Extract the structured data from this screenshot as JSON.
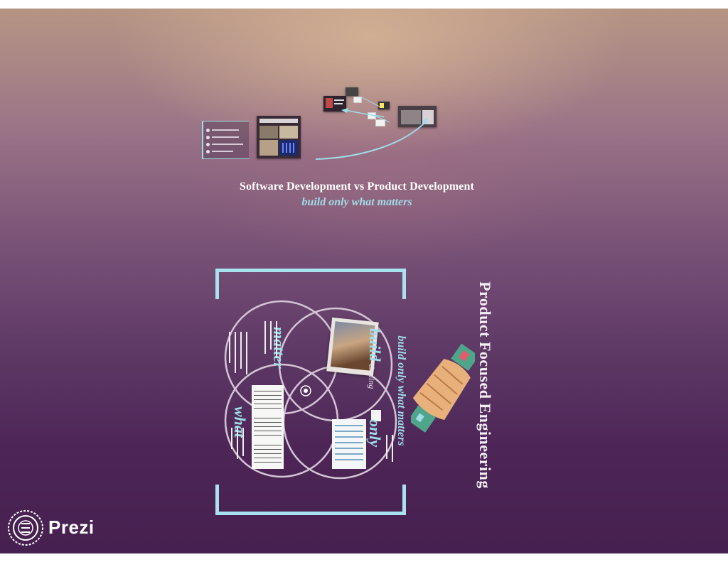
{
  "presentation": {
    "title": "Software Development vs Product Development",
    "subtitle": "build only what matters"
  },
  "frame": {
    "vertical_title": "Product Focused Engineering",
    "vertical_subtitle": "build only what matters",
    "words": {
      "build": "build",
      "coding": "Coding",
      "matter": "matter",
      "what": "what",
      "only": "only"
    }
  },
  "branding": {
    "logo_text": "Prezi"
  },
  "colors": {
    "accent": "#a9e2ef",
    "background_top": "#b69584",
    "background_bottom": "#46204f",
    "handshake_green": "#4fa58a",
    "handshake_skin": "#e8b07a"
  },
  "icons": [
    "handshake-icon",
    "prezi-logo-icon",
    "path-arrow-icon"
  ]
}
